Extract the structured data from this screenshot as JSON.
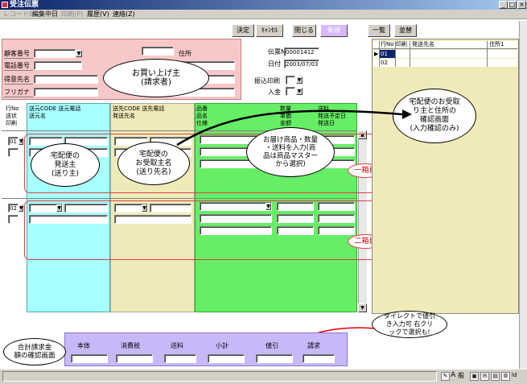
{
  "window": {
    "title": "受注伝票"
  },
  "menu": {
    "items": [
      {
        "label": "レコード8",
        "disabled": true
      },
      {
        "label": "編集中日",
        "disabled": false
      },
      {
        "label": "印刷(P)",
        "disabled": true
      },
      {
        "label": "履歴(V)",
        "disabled": false
      },
      {
        "label": "連絡(Z)",
        "disabled": false
      }
    ]
  },
  "toolbar": {
    "decide": "決定",
    "cancel": "ｷｬﾝｾﾙ",
    "close": "閉じる",
    "new": "新規",
    "list": "一覧",
    "sort": "並替"
  },
  "customer": {
    "customer_no_label": "顧客番号",
    "phone_label": "電話番号",
    "client_label": "得意先名",
    "kana_label": "フリガナ",
    "address_label": "住所",
    "bubble": "お買い上げ主\n(請求者)"
  },
  "slip": {
    "no_label": "伝票No",
    "no_value": "00001412",
    "date_label": "日付",
    "date_value": "2003/07/03",
    "bank_print_label": "振込印刷",
    "payment_label": "入金"
  },
  "columns": {
    "row_hdr": "行No\n送状\n印刷",
    "sender_hdr": "送元CODE    送元電話\n送元名",
    "dest_hdr": "送先CODE      送先電話\n発送先名",
    "item_hdr": "品番\n品名\n仕様",
    "qty_hdr": "数量\n単価\n金額",
    "ship_hdr": "送料\n発送予定日\n発送日"
  },
  "rows": [
    {
      "no": "01"
    },
    {
      "no": "02"
    }
  ],
  "bubbles": {
    "sender": "宅配便の\n発送主\n(送り主)",
    "dest": "宅配便の\nお受取主名\n(送り先名)",
    "goods": "お届け商品・数量\n・送料を入力(商\n品は商品マスター\nから選択)",
    "confirm": "宅配便のお受取\nり主と住所の\n確認画面\n(入力確認のみ)",
    "total": "合計請求金\n額の確認画面",
    "discount": "ダイレクトで値引\nき入力可  右クリ\nックで選択も!"
  },
  "tags": {
    "box1": "一箱目",
    "box2": "二箱目"
  },
  "right_grid": {
    "headers": [
      "行No",
      "印刷",
      "発送先名",
      "住所1"
    ],
    "rows": [
      "01",
      "02"
    ]
  },
  "totals": {
    "labels": [
      "本体",
      "消費税",
      "送料",
      "小計",
      "値引",
      "請求"
    ]
  },
  "status": {
    "icons": [
      "A",
      "般",
      "ld"
    ]
  },
  "colors": {
    "customer_bg": "#f8c8c8",
    "sender_bg": "#a8ffff",
    "dest_bg": "#f0eab8",
    "items_bg": "#66ee66",
    "totals_bg": "#c8b8f8",
    "annot_red": "#e04040"
  }
}
